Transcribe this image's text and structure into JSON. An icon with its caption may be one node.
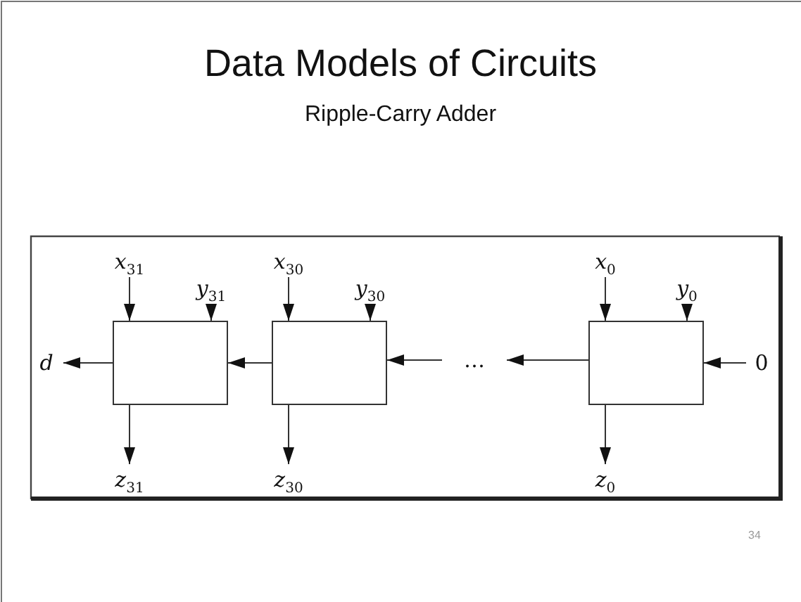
{
  "diagram": {
    "title": "Data Models of Circuits",
    "nodes": [
      {
        "text": [
          "*x*$_{31}$"
        ]
      },
      {
        "text": [
          "*x*$_{30}$"
        ]
      },
      {
        "text": [
          "*x*$_{0}$"
        ]
      },
      {
        "text": [
          "*y*$_{31}$"
        ]
      },
      {
        "text": [
          "*y*$_{30}$"
        ]
      },
      {
        "text": [
          "*y*$_{0}$"
        ]
      },
      {
        "text": [
          "d"
        ]
      },
      {
        "text": [],
        "shape": "box"
      },
      {
        "text": [],
        "shape": "box"
      },
      {
        "text": [
          "…"
        ]
      },
      {
        "text": [],
        "shape": "box"
      },
      {
        "text": [
          "0"
        ]
      },
      {
        "text": [
          "*z*$_{31}$"
        ]
      },
      {
        "text": [
          "*z*$_{30}$"
        ]
      },
      {
        "text": [
          "*z*$_{0}$"
        ]
      }
    ],
    "edges": [
      {
        "from": 0,
        "to": 7,
        "arrow": "to"
      },
      {
        "from": 3,
        "to": 7,
        "arrow": "to"
      },
      {
        "from": 1,
        "to": 8,
        "arrow": "to"
      },
      {
        "from": 4,
        "to": 8,
        "arrow": "to"
      },
      {
        "from": 2,
        "to": 10,
        "arrow": "to"
      },
      {
        "from": 5,
        "to": 10,
        "arrow": "to"
      },
      {
        "from": 7,
        "to": 6,
        "arrow": "to"
      },
      {
        "from": 8,
        "to": 7,
        "arrow": "to"
      },
      {
        "from": 9,
        "to": 8,
        "arrow": "to"
      },
      {
        "from": 10,
        "to": 9,
        "arrow": "to"
      },
      {
        "from": 11,
        "to": 10,
        "arrow": "to"
      },
      {
        "from": 7,
        "to": 12,
        "arrow": "to"
      },
      {
        "from": 8,
        "to": 13,
        "arrow": "to"
      },
      {
        "from": 10,
        "to": 14,
        "arrow": "to"
      }
    ],
    "labels": [
      "Ripple-Carry Adder",
      "34"
    ]
  }
}
